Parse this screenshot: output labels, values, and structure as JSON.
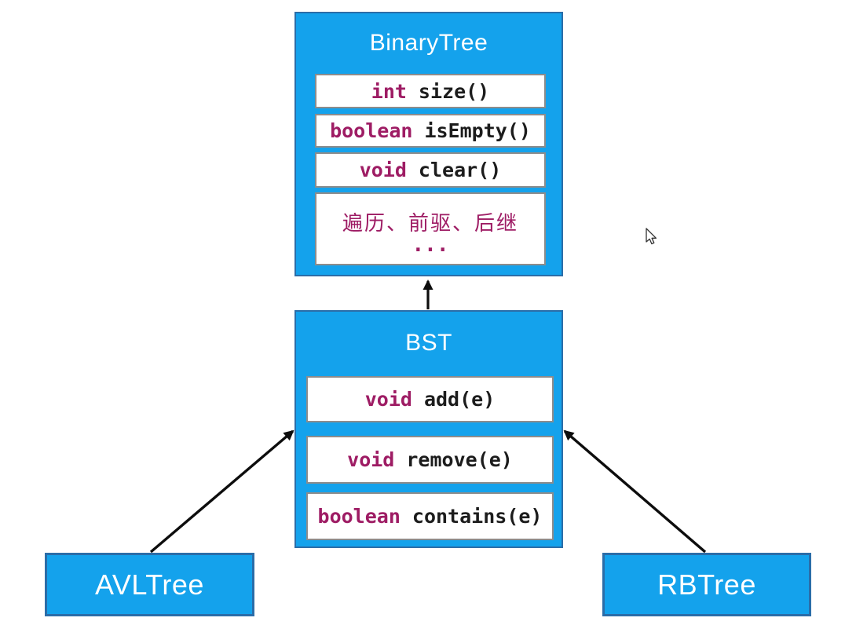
{
  "binary_tree": {
    "title": "BinaryTree",
    "methods": [
      {
        "keyword": "int",
        "signature": "size()"
      },
      {
        "keyword": "boolean",
        "signature": "isEmpty()"
      },
      {
        "keyword": "void",
        "signature": "clear()"
      }
    ],
    "extra": {
      "line1": "遍历、前驱、后继",
      "line2": "..."
    }
  },
  "bst": {
    "title": "BST",
    "methods": [
      {
        "keyword": "void",
        "signature": "add(e)"
      },
      {
        "keyword": "void",
        "signature": "remove(e)"
      },
      {
        "keyword": "boolean",
        "signature": "contains(e)"
      }
    ]
  },
  "avl_tree": {
    "title": "AVLTree"
  },
  "rb_tree": {
    "title": "RBTree"
  },
  "relations": [
    {
      "from": "BST",
      "to": "BinaryTree"
    },
    {
      "from": "AVLTree",
      "to": "BST"
    },
    {
      "from": "RBTree",
      "to": "BST"
    }
  ],
  "colors": {
    "box_fill": "#14a2ec",
    "box_border": "#2b6da8",
    "method_box_border": "#8c8c8c",
    "keyword_text": "#9e1c64",
    "code_text": "#1c1c1c",
    "title_text": "#ffffff",
    "arrow": "#0d0d0d",
    "background": "#ffffff"
  }
}
